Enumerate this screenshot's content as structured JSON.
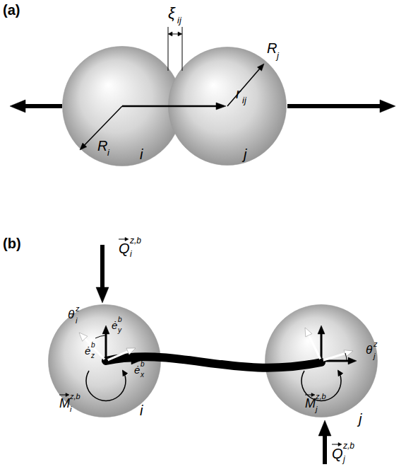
{
  "diagram": {
    "nodes": [
      {
        "text": [
          "i"
        ]
      },
      {
        "text": [
          "j"
        ]
      },
      {
        "text": [
          "i"
        ]
      },
      {
        "text": [
          "j"
        ]
      }
    ],
    "labels": [
      "(a)",
      "ξ",
      "ij",
      "r",
      "ij",
      "R",
      "i",
      "R",
      "j",
      "(b)",
      "Q",
      "z,b",
      "i",
      "θ",
      "z",
      "i",
      "ė",
      "y",
      "b",
      "ė",
      "x",
      "b",
      "ė",
      "z",
      "b",
      "M",
      "z,b",
      "i",
      "θ",
      "z",
      "j",
      "M",
      "z,b",
      "j",
      "Q",
      "z,b",
      "j"
    ]
  }
}
